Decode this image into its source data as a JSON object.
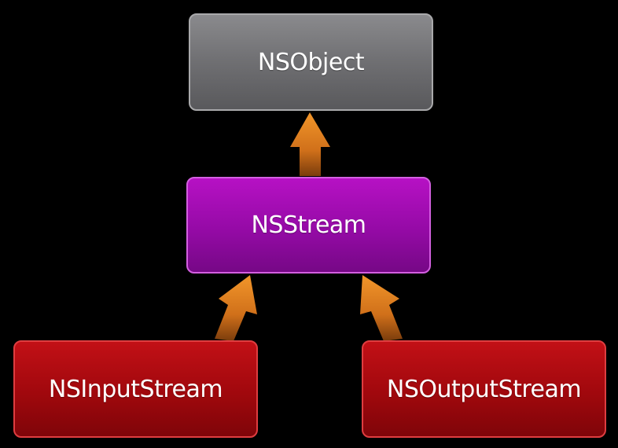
{
  "diagram": {
    "nodes": {
      "nsobject": "NSObject",
      "nsstream": "NSStream",
      "nsinputstream": "NSInputStream",
      "nsoutputstream": "NSOutputStream"
    },
    "edges": [
      {
        "from": "NSStream",
        "to": "NSObject"
      },
      {
        "from": "NSInputStream",
        "to": "NSStream"
      },
      {
        "from": "NSOutputStream",
        "to": "NSStream"
      }
    ],
    "colors": {
      "background": "#000000",
      "nsobject": "#6f6f72",
      "nsstream": "#950aa6",
      "subclass": "#a0080d",
      "arrow": "#e07a1a"
    }
  }
}
